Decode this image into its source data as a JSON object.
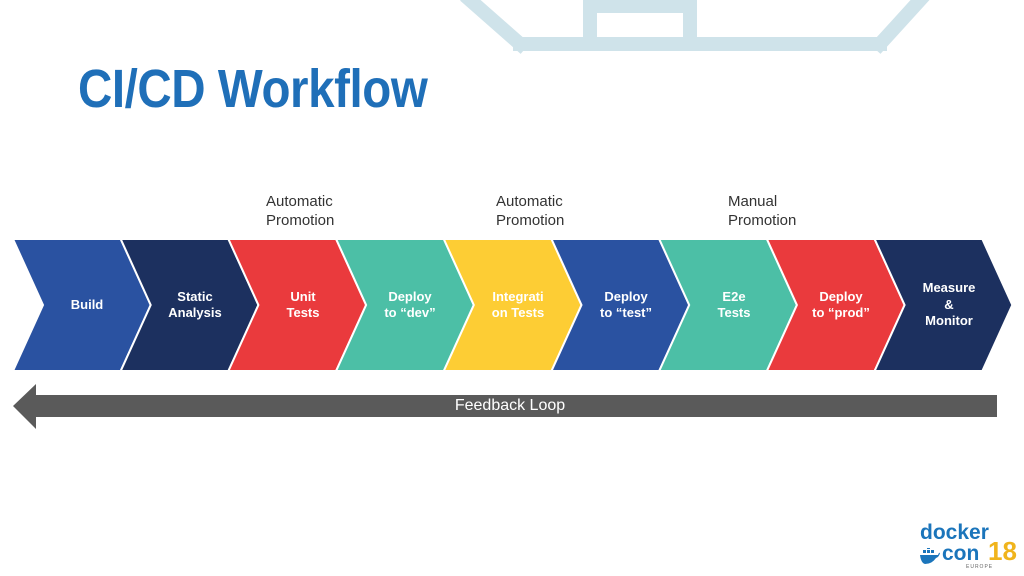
{
  "title": "CI/CD Workflow",
  "promotions": [
    {
      "text": "Automatic\nPromotion"
    },
    {
      "text": "Automatic\nPromotion"
    },
    {
      "text": "Manual\nPromotion"
    }
  ],
  "steps": [
    {
      "label": "Build",
      "color": "#2a52a1"
    },
    {
      "label": "Static\nAnalysis",
      "color": "#1c305f"
    },
    {
      "label": "Unit\nTests",
      "color": "#ea3a3d"
    },
    {
      "label": "Deploy\nto “dev”",
      "color": "#4cbfa6"
    },
    {
      "label": "Integrati\non Tests",
      "color": "#fdcd34"
    },
    {
      "label": "Deploy\nto “test”",
      "color": "#2a52a1"
    },
    {
      "label": "E2e\nTests",
      "color": "#4cbfa6"
    },
    {
      "label": "Deploy\nto “prod”",
      "color": "#ea3a3d"
    },
    {
      "label": "Measure\n&\nMonitor",
      "color": "#1c305f"
    }
  ],
  "feedback": {
    "label": "Feedback Loop",
    "color": "#5a5a5a"
  },
  "logo": {
    "line1": "docker",
    "line2": "con",
    "number": "18",
    "sub": "EUROPE",
    "color": "#1b75bb",
    "number_color": "#f0b41c"
  },
  "decor_color": "#cfe3ea"
}
